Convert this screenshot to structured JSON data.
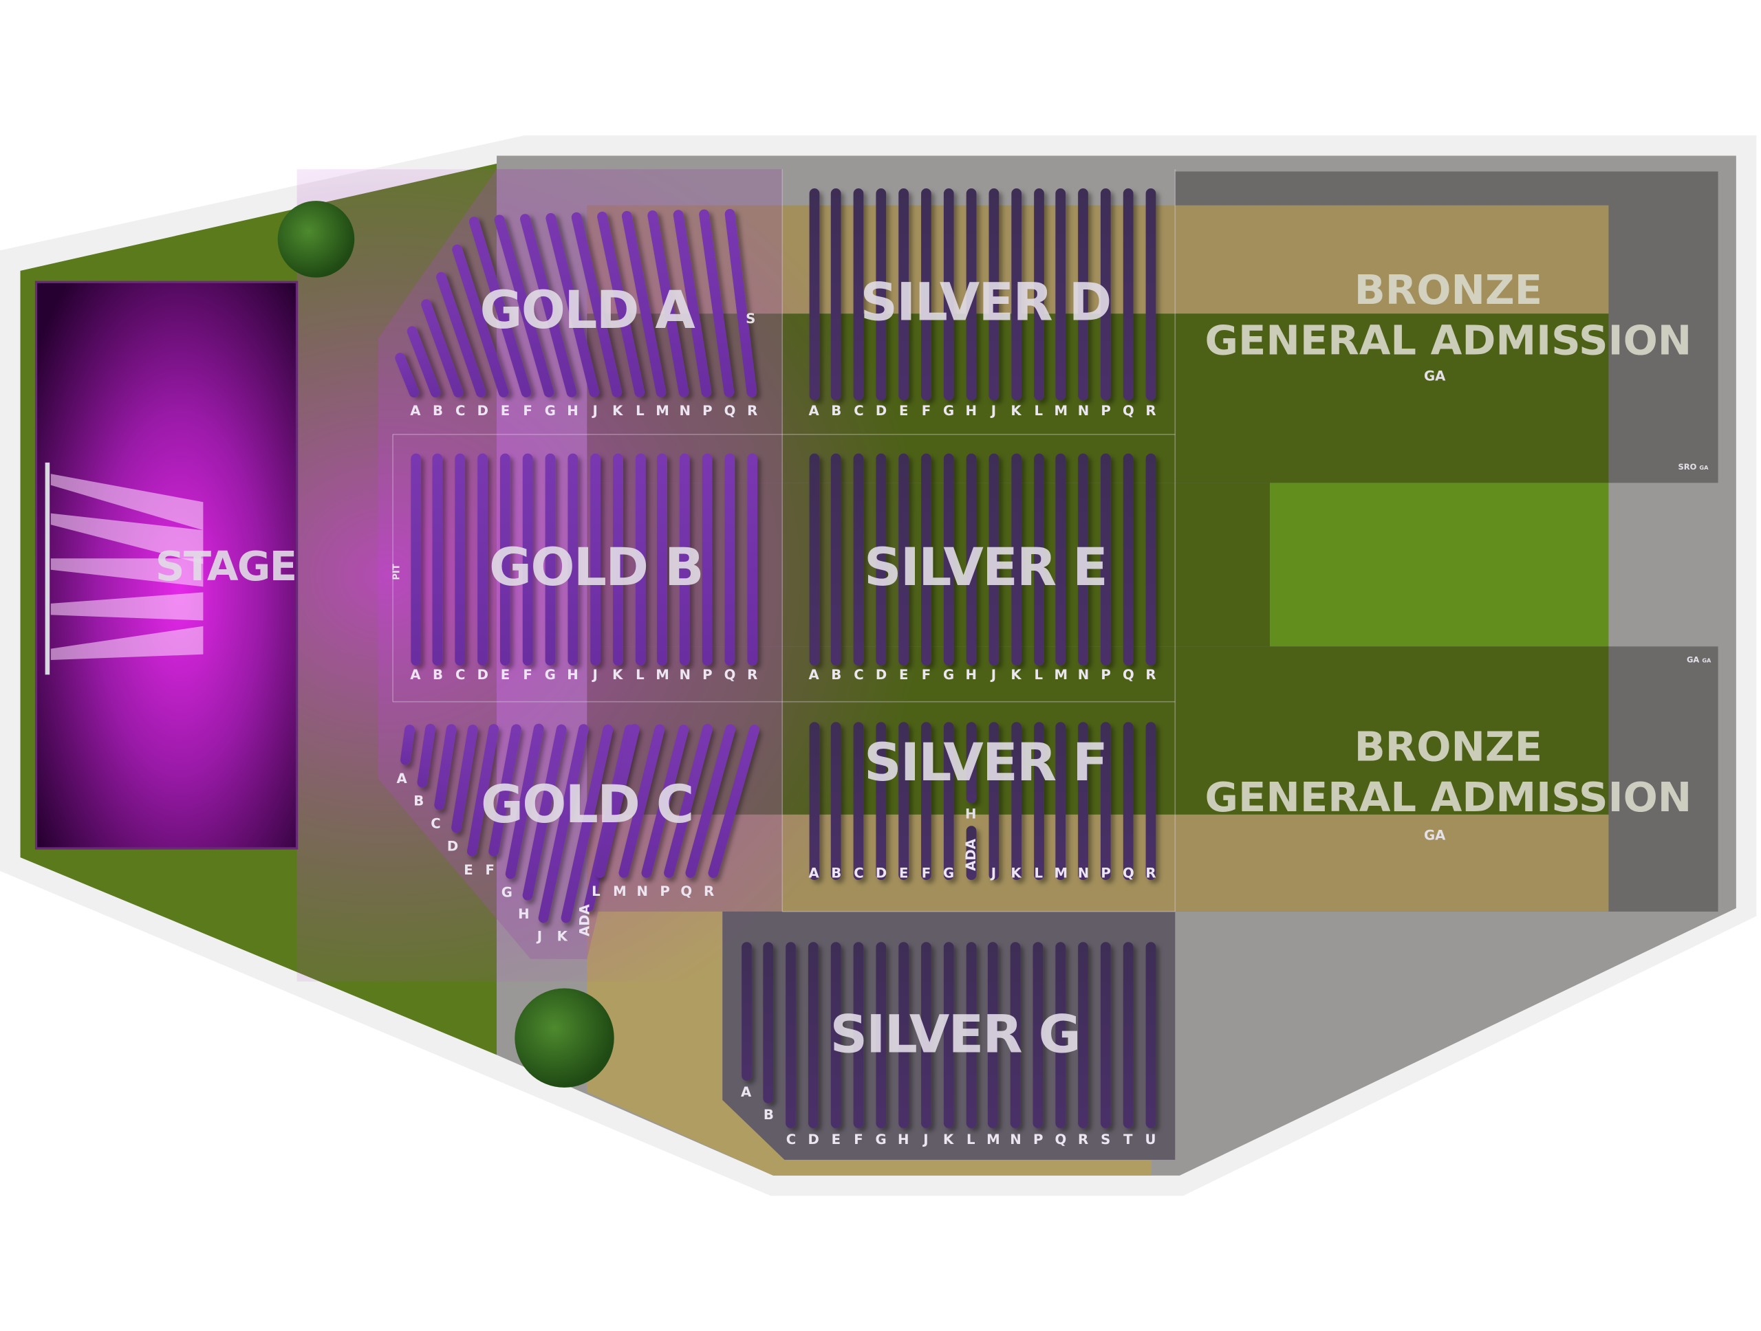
{
  "stage": {
    "label": "STAGE"
  },
  "pit_label": "PIT",
  "sections": {
    "gold_a": {
      "title": "GOLD A",
      "rows": [
        "A",
        "B",
        "C",
        "D",
        "E",
        "F",
        "G",
        "H",
        "J",
        "K",
        "L",
        "M",
        "N",
        "P",
        "Q",
        "R"
      ],
      "extra_label": "S"
    },
    "gold_b": {
      "title": "GOLD B",
      "rows": [
        "A",
        "B",
        "C",
        "D",
        "E",
        "F",
        "G",
        "H",
        "J",
        "K",
        "L",
        "M",
        "N",
        "P",
        "Q",
        "R"
      ]
    },
    "gold_c": {
      "title": "GOLD C",
      "rows": [
        "A",
        "B",
        "C",
        "D",
        "E",
        "F",
        "G",
        "H",
        "J",
        "K",
        "ADA",
        "L",
        "M",
        "N",
        "P",
        "Q",
        "R"
      ]
    },
    "silver_d": {
      "title": "SILVER D",
      "rows": [
        "A",
        "B",
        "C",
        "D",
        "E",
        "F",
        "G",
        "H",
        "J",
        "K",
        "L",
        "M",
        "N",
        "P",
        "Q",
        "R"
      ]
    },
    "silver_e": {
      "title": "SILVER E",
      "rows": [
        "A",
        "B",
        "C",
        "D",
        "E",
        "F",
        "G",
        "H",
        "J",
        "K",
        "L",
        "M",
        "N",
        "P",
        "Q",
        "R"
      ]
    },
    "silver_f": {
      "title": "SILVER F",
      "rows": [
        "A",
        "B",
        "C",
        "D",
        "E",
        "F",
        "G",
        "ADA",
        "J",
        "K",
        "L",
        "M",
        "N",
        "P",
        "Q",
        "R"
      ],
      "upper_label": "H"
    },
    "silver_g": {
      "title": "SILVER G",
      "rows": [
        "A",
        "B",
        "C",
        "D",
        "E",
        "F",
        "G",
        "H",
        "J",
        "K",
        "L",
        "M",
        "N",
        "P",
        "Q",
        "R",
        "S",
        "T",
        "U"
      ]
    },
    "bronze_top": {
      "line1": "BRONZE",
      "line2": "GENERAL ADMISSION",
      "sub": "GA",
      "side_label": "SRO",
      "side_sub": "GA"
    },
    "bronze_bottom": {
      "line1": "BRONZE",
      "line2": "GENERAL ADMISSION",
      "sub": "GA",
      "side_label": "GA",
      "side_sub": "GA"
    }
  },
  "colors": {
    "grass": "#5a7a1c",
    "concrete": "#9a9896",
    "stage": "#d21ed8",
    "gold_seat": "#7a38b0",
    "silver_seat": "#44305e"
  }
}
